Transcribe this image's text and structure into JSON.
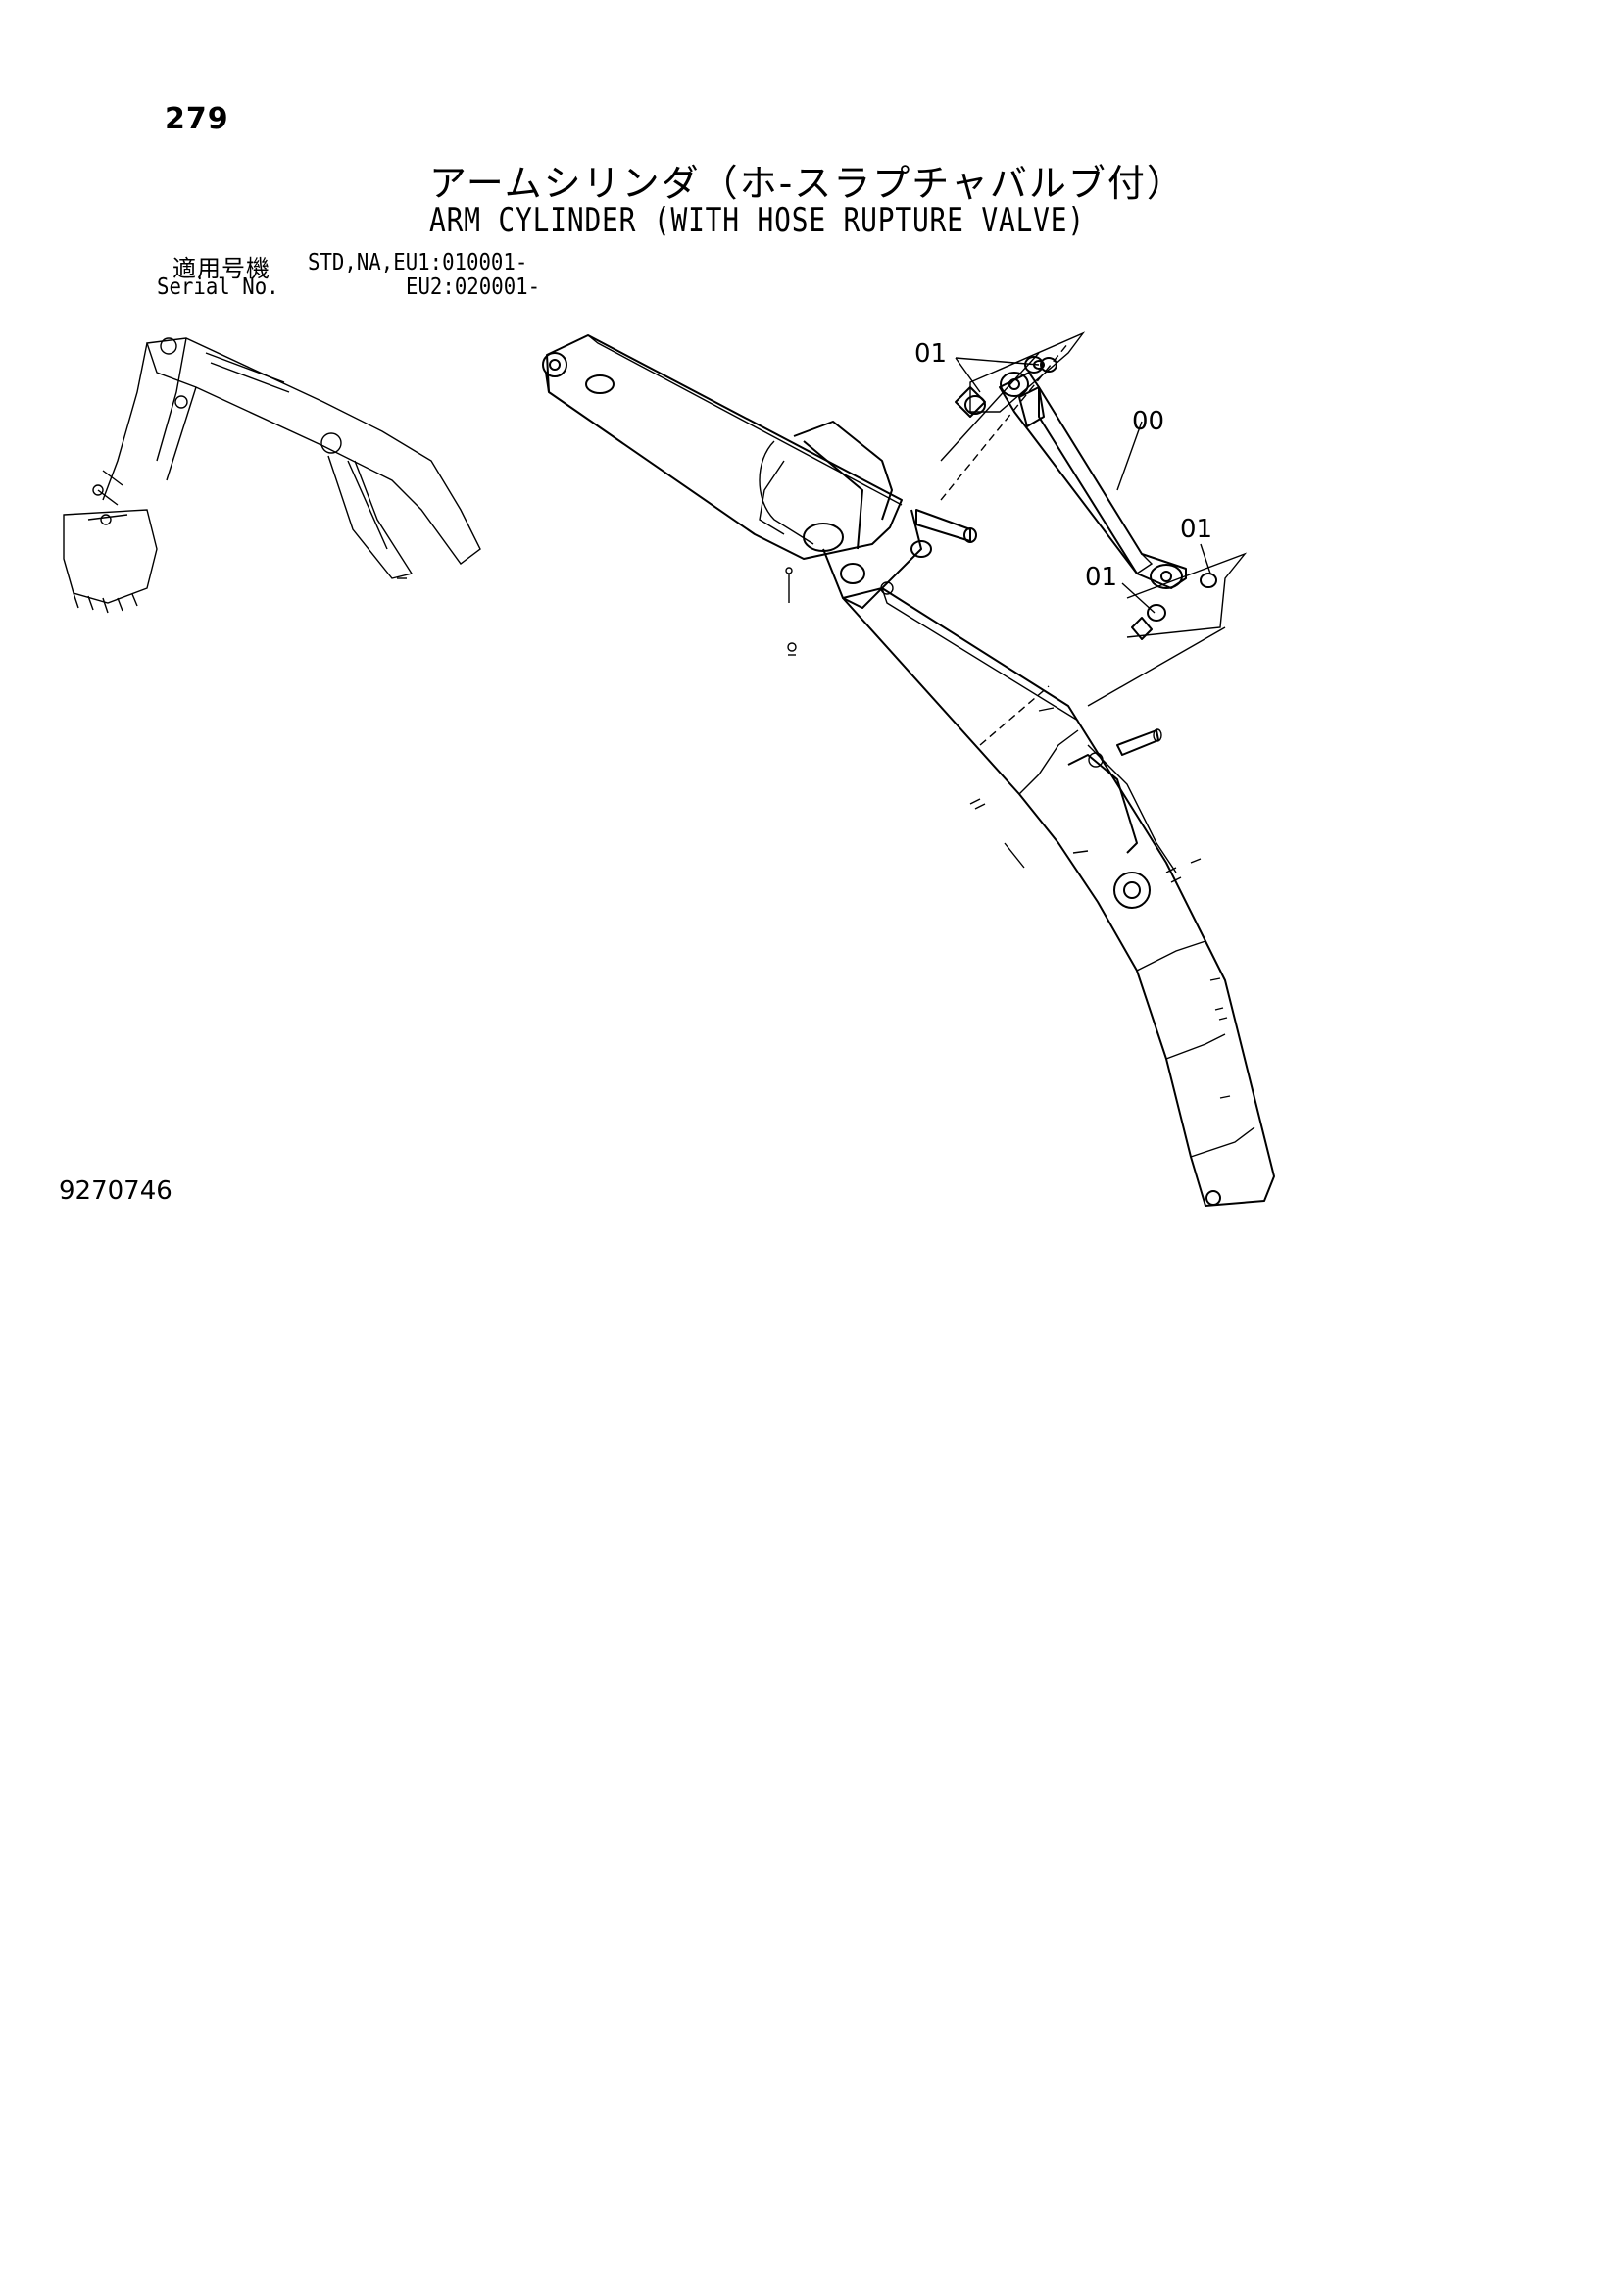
{
  "page_number": "279",
  "title": {
    "japanese": "アームシリンダ（ホ-スラプチャバルブ付）",
    "english": "ARM CYLINDER (WITH HOSE RUPTURE VALVE)"
  },
  "serial": {
    "label_japanese": "適用号機",
    "label_english": "Serial No.",
    "line1": "STD,NA,EU1:010001-",
    "line2": "EU2:020001-"
  },
  "callouts": {
    "c01_top": "01",
    "c00": "00",
    "c01_right": "01",
    "c01_left": "01"
  },
  "figure_number": "9270746",
  "icons": {
    "locator": "excavator-boom-arm-bucket-icon",
    "main": "arm-cylinder-assembly-icon"
  }
}
